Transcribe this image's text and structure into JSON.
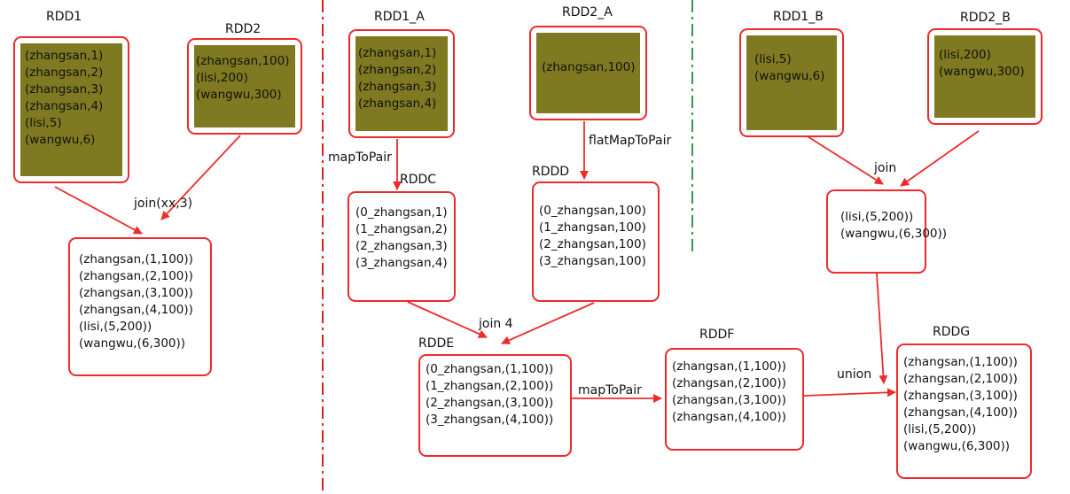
{
  "titles": {
    "rdd1": "RDD1",
    "rdd2": "RDD2",
    "rdd1_a": "RDD1_A",
    "rdd2_a": "RDD2_A",
    "rdd1_b": "RDD1_B",
    "rdd2_b": "RDD2_B",
    "rddc": "RDDC",
    "rddd": "RDDD",
    "rdde": "RDDE",
    "rddf": "RDDF",
    "rddg": "RDDG"
  },
  "ops": {
    "join_left": "join(xx,3)",
    "map_to_pair_1": "mapToPair",
    "flat_map_to_pair": "flatMapToPair",
    "join_4": "join 4",
    "map_to_pair_2": "mapToPair",
    "join_right": "join",
    "union": "union"
  },
  "nodes": {
    "rdd1": [
      "(zhangsan,1)",
      "(zhangsan,2)",
      "(zhangsan,3)",
      "(zhangsan,4)",
      "(lisi,5)",
      "(wangwu,6)"
    ],
    "rdd2": [
      "(zhangsan,100)",
      "(lisi,200)",
      "(wangwu,300)"
    ],
    "left_result": [
      "(zhangsan,(1,100))",
      "(zhangsan,(2,100))",
      "(zhangsan,(3,100))",
      "(zhangsan,(4,100))",
      "(lisi,(5,200))",
      "(wangwu,(6,300))"
    ],
    "rdd1_a": [
      "(zhangsan,1)",
      "(zhangsan,2)",
      "(zhangsan,3)",
      "(zhangsan,4)"
    ],
    "rdd2_a": [
      "(zhangsan,100)"
    ],
    "rddc": [
      "(0_zhangsan,1)",
      "(1_zhangsan,2)",
      "(2_zhangsan,3)",
      "(3_zhangsan,4)"
    ],
    "rddd": [
      "(0_zhangsan,100)",
      "(1_zhangsan,100)",
      "(2_zhangsan,100)",
      "(3_zhangsan,100)"
    ],
    "rdde": [
      "(0_zhangsan,(1,100))",
      "(1_zhangsan,(2,100))",
      "(2_zhangsan,(3,100))",
      "(3_zhangsan,(4,100))"
    ],
    "rddf": [
      "(zhangsan,(1,100))",
      "(zhangsan,(2,100))",
      "(zhangsan,(3,100))",
      "(zhangsan,(4,100))"
    ],
    "rdd1_b": [
      "(lisi,5)",
      "(wangwu,6)"
    ],
    "rdd2_b": [
      "(lisi,200)",
      "(wangwu,300)"
    ],
    "right_result": [
      "(lisi,(5,200))",
      "(wangwu,(6,300))"
    ],
    "rddg": [
      "(zhangsan,(1,100))",
      "(zhangsan,(2,100))",
      "(zhangsan,(3,100))",
      "(zhangsan,(4,100))",
      "(lisi,(5,200))",
      "(wangwu,(6,300))"
    ]
  },
  "colors": {
    "border": "#ee2a2a",
    "fill": "#7f7a21",
    "divider_red": "#e02020",
    "divider_green": "#2e9a48"
  }
}
